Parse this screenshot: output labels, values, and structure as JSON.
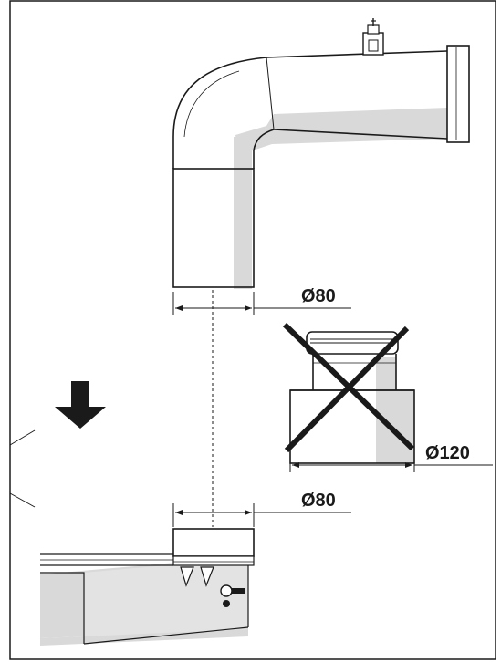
{
  "labels": {
    "upper_diameter": "Ø80",
    "lower_diameter": "Ø80",
    "adapter_diameter": "Ø120"
  },
  "icons": {
    "down_arrow": "down-arrow-icon",
    "crossed_adapter": "prohibited-cross-icon"
  },
  "colors": {
    "line": "#1a1a1a",
    "shade": "#d9d9d9",
    "background": "#ffffff"
  }
}
